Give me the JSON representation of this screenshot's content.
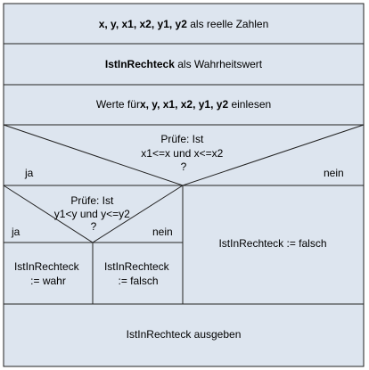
{
  "diagram": {
    "statements": {
      "declare_vars": {
        "vars": "x,  y, x1, x2, y1, y2",
        "suffix": " als reelle Zahlen"
      },
      "declare_flag": {
        "var": "IstInRechteck",
        "suffix": " als Wahrheitswert"
      },
      "read_input": {
        "prefix": "Werte für",
        "vars": "x,  y, x1, x2, y1, y2",
        "suffix": " einlesen"
      },
      "output": "IstInRechteck ausgeben"
    },
    "outer_decision": {
      "lines": [
        "Prüfe: Ist",
        "x1<=x und x<=x2",
        "?"
      ],
      "yes_label": "ja",
      "no_label": "nein",
      "no_branch": "IstInRechteck := falsch"
    },
    "inner_decision": {
      "lines": [
        "Prüfe: Ist",
        "y1<y und y<=y2",
        "?"
      ],
      "yes_label": "ja",
      "no_label": "nein",
      "yes_branch": [
        "IstInRechteck",
        ":= wahr"
      ],
      "no_branch": [
        "IstInRechteck",
        ":= falsch"
      ]
    }
  }
}
